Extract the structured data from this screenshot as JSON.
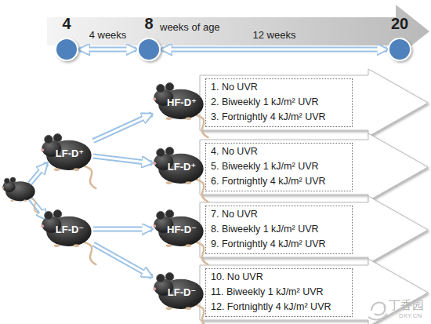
{
  "diagram": {
    "nodes": [
      {
        "text": [
          "4"
        ]
      },
      {
        "text": [
          "8"
        ]
      },
      {
        "text": [
          "20"
        ]
      },
      {
        "text": [
          "LF-D⁺"
        ]
      },
      {
        "text": [
          "LF-D⁻"
        ]
      },
      {
        "text": [
          "HF-D⁺"
        ]
      },
      {
        "text": [
          "LF-D⁺"
        ]
      },
      {
        "text": [
          "HF-D⁻"
        ]
      },
      {
        "text": [
          "LF-D⁻"
        ]
      },
      {
        "text": [
          "1. No UVR",
          "2. Biweekly 1 kJ/m² UVR",
          "3. Fortnightly 4 kJ/m² UVR"
        ]
      },
      {
        "text": [
          "4. No UVR",
          "5. Biweekly 1 kJ/m² UVR",
          "6. Fortnightly 4 kJ/m² UVR"
        ]
      },
      {
        "text": [
          "7. No UVR",
          "8. Biweekly 1 kJ/m² UVR",
          "9. Fortnightly 4 kJ/m² UVR"
        ]
      },
      {
        "text": [
          "10. No UVR",
          "11. Biweekly 1 kJ/m² UVR",
          "12. Fortnightly 4 kJ/m² UVR"
        ]
      }
    ],
    "edges": [
      {
        "from": 0,
        "to": 1,
        "arrow": "both",
        "label": "4 weeks"
      },
      {
        "from": 1,
        "to": 2,
        "arrow": "both",
        "label": "12 weeks"
      },
      {
        "from": 3,
        "to": 5,
        "arrow": "to"
      },
      {
        "from": 3,
        "to": 6,
        "arrow": "to"
      },
      {
        "from": 4,
        "to": 7,
        "arrow": "to"
      },
      {
        "from": 4,
        "to": 8,
        "arrow": "to"
      }
    ],
    "labels": [
      "weeks of age",
      "丁香园",
      "DXY.CN"
    ]
  }
}
